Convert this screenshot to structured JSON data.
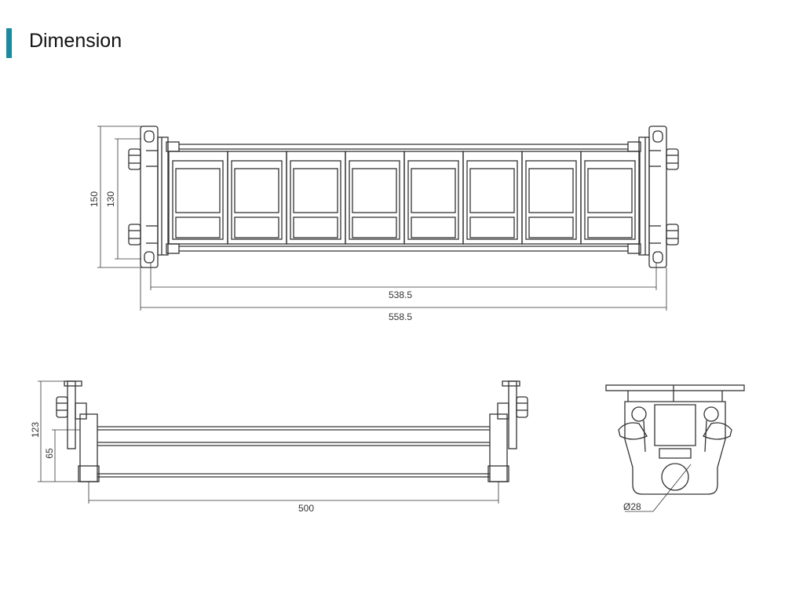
{
  "title": "Dimension",
  "top_view": {
    "height_outer": "150",
    "height_inner": "130",
    "width_inner": "538.5",
    "width_outer": "558.5"
  },
  "front_view": {
    "height_outer": "123",
    "height_inner": "65",
    "width": "500"
  },
  "side_view": {
    "diameter": "Ø28"
  },
  "colors": {
    "accent": "#1a8a9c",
    "line": "#333333"
  }
}
